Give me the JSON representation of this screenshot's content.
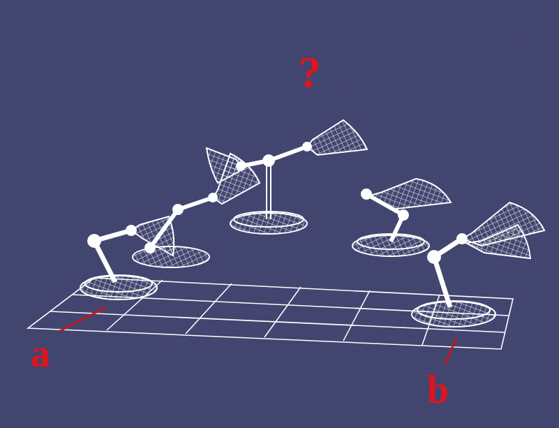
{
  "diagram": {
    "labels": [
      "?",
      "a",
      "b"
    ]
  }
}
